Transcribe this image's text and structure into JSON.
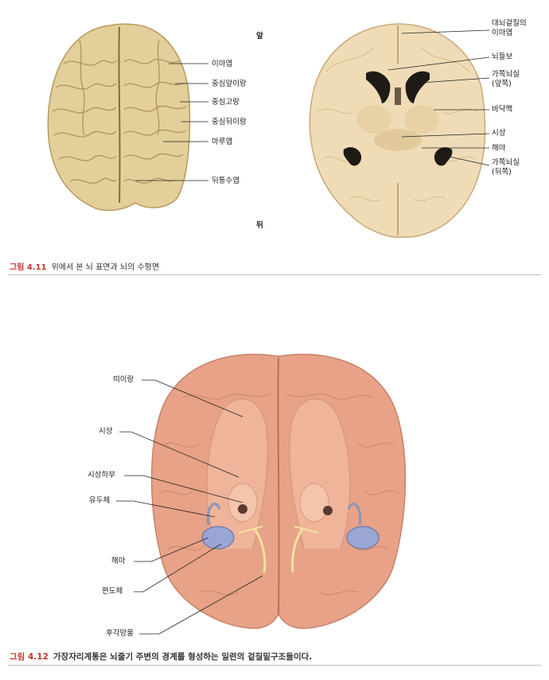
{
  "fig411": {
    "labels": {
      "frontal": "이마엽",
      "precentral": "중심앞이랑",
      "central": "중심고랑",
      "postcentral": "중심뒤이랑",
      "parietal": "마루엽",
      "longitudinal": "뒤통수엽"
    },
    "direction": {
      "front": "앞",
      "back": "뒤"
    },
    "right_labels": {
      "cortex_l1": "대뇌겉질의",
      "cortex_l2": "이마엽",
      "corpus_callosum": "뇌들보",
      "lv_front_l1": "가쪽뇌실",
      "lv_front_l2": "(앞쪽)",
      "basal": "바닥핵",
      "thalamus": "시상",
      "hippocampus": "해마",
      "lv_back_l1": "가쪽뇌실",
      "lv_back_l2": "(뒤쪽)"
    },
    "caption_num": "그림 4.11",
    "caption_text": "위에서 본 뇌 표면과 뇌의 수평면"
  },
  "fig412": {
    "labels": {
      "cingulate": "띠이랑",
      "thalamus": "시상",
      "hypothalamus": "시상하부",
      "mammillary": "유두체",
      "hippocampus": "해마",
      "amygdala": "편도체",
      "olfactory": "후각망울"
    },
    "caption_num": "그림 4.12",
    "caption_text": "가장자리계통은 뇌줄기 주변의 경계를 형성하는 일련의 겉질밑구조들이다."
  }
}
